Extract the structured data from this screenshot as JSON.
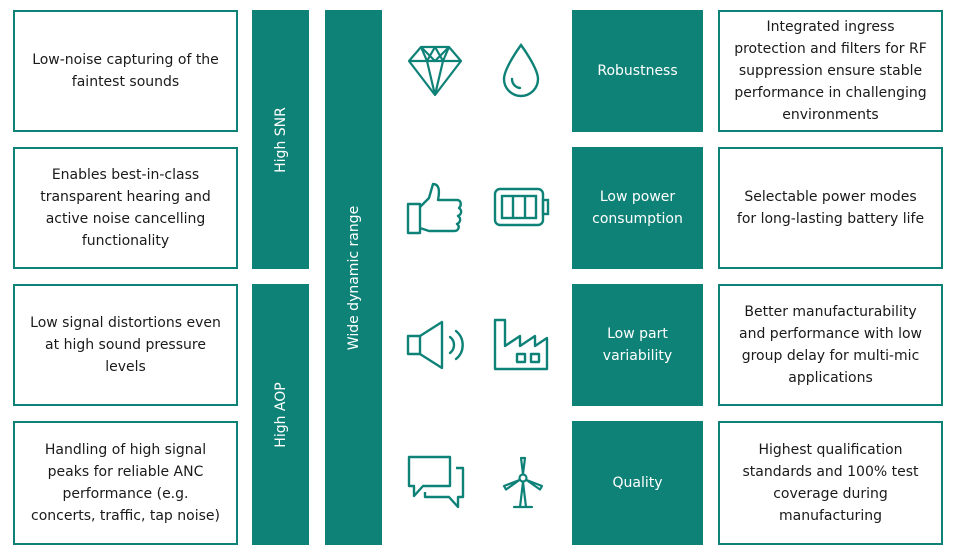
{
  "left_boxes": [
    "Low-noise capturing of the faintest sounds",
    "Enables best-in-class transparent hearing and active noise cancelling functionality",
    "Low signal distortions even at high sound pressure levels",
    "Handling of high signal peaks for reliable ANC performance (e.g. concerts, traffic, tap noise)"
  ],
  "bars": {
    "high_snr": "High SNR",
    "high_aop": "High AOP",
    "wide_dynamic_range": "Wide dynamic range"
  },
  "features": [
    "Robustness",
    "Low power consumption",
    "Low part variability",
    "Quality"
  ],
  "right_boxes": [
    "Integrated ingress protection and filters for RF suppression ensure stable performance in challenging environments",
    "Selectable power modes for long-lasting battery life",
    "Better manufacturability and performance with low group delay for multi-mic applications",
    "Highest qualification standards and 100% test coverage during manufacturing"
  ],
  "icons": [
    "diamond-icon",
    "water-drop-icon",
    "thumbs-up-icon",
    "battery-icon",
    "speaker-icon",
    "factory-icon",
    "chat-bubbles-icon",
    "wind-turbine-icon"
  ],
  "colors": {
    "accent": "#0f8278",
    "border": "#0f8278",
    "text": "#1a1a1a"
  }
}
